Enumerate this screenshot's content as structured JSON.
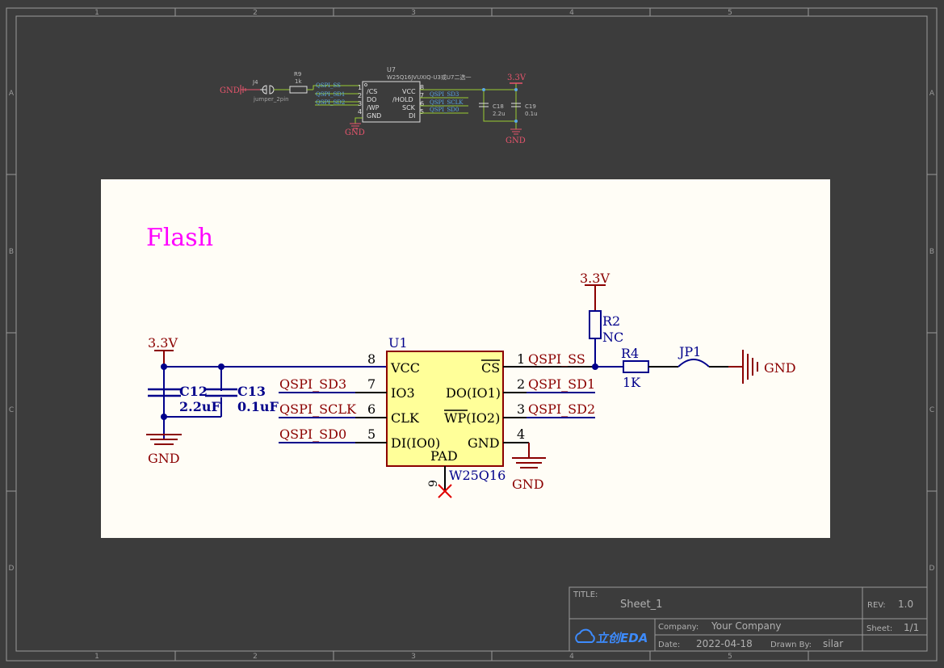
{
  "frame": {
    "columns": [
      "1",
      "2",
      "3",
      "4",
      "5"
    ],
    "rows": [
      "A",
      "B",
      "C",
      "D"
    ]
  },
  "mini_schematic": {
    "j4_gnd": "GND",
    "j4_ref": "J4",
    "j4_value": "jumper_2pin",
    "r9_ref": "R9",
    "r9_value": "1k",
    "u7_ref": "U7",
    "u7_value": "W25Q16JVUXIQ-U3或U7二选一",
    "left_pins": [
      {
        "net": "QSPI_SS",
        "num": "1",
        "name": "/CS"
      },
      {
        "net": "QSPI_SD1",
        "num": "2",
        "name": "DO"
      },
      {
        "net": "QSPI_SD2",
        "num": "3",
        "name": "/WP"
      },
      {
        "net": "",
        "num": "4",
        "name": "GND"
      }
    ],
    "right_pins": [
      {
        "name": "VCC",
        "num": "8",
        "net": ""
      },
      {
        "name": "/HOLD",
        "num": "7",
        "net": "QSPI_SD3"
      },
      {
        "name": "SCK",
        "num": "6",
        "net": "QSPI_SCLK"
      },
      {
        "name": "DI",
        "num": "5",
        "net": "QSPI_SD0"
      }
    ],
    "u7_gnd": "GND",
    "power": "3.3V",
    "c18_ref": "C18",
    "c18_value": "2.2u",
    "c19_ref": "C19",
    "c19_value": "0.1u",
    "cap_gnd": "GND"
  },
  "flash_image": {
    "title": "Flash",
    "power_left": "3.3V",
    "gnd_left": "GND",
    "c12_ref": "C12",
    "c12_value": "2.2uF",
    "c13_ref": "C13",
    "c13_value": "0.1uF",
    "u1_ref": "U1",
    "u1_value": "W25Q16",
    "left_pins": [
      {
        "net": "",
        "num": "8",
        "name": "VCC"
      },
      {
        "net": "QSPI_SD3",
        "num": "7",
        "name": "IO3"
      },
      {
        "net": "QSPI_SCLK",
        "num": "6",
        "name": "CLK"
      },
      {
        "net": "QSPI_SD0",
        "num": "5",
        "name": "DI(IO0)"
      }
    ],
    "right_pins": [
      {
        "name": "CS",
        "num": "1",
        "net": "QSPI_SS"
      },
      {
        "name": "DO(IO1)",
        "num": "2",
        "net": "QSPI_SD1"
      },
      {
        "name": "WP(IO2)",
        "num": "3",
        "net": "QSPI_SD2"
      },
      {
        "name": "GND",
        "num": "4",
        "net": ""
      }
    ],
    "pad_label": "PAD",
    "pad_num": "9",
    "gnd_pin4": "GND",
    "power_right": "3.3V",
    "r2_ref": "R2",
    "r2_value": "NC",
    "r4_ref": "R4",
    "r4_value": "1K",
    "jp1_ref": "JP1",
    "gnd_right": "GND"
  },
  "title_block": {
    "title_label": "TITLE:",
    "title_value": "Sheet_1",
    "rev_label": "REV:",
    "rev_value": "1.0",
    "logo_text": "立创EDA",
    "company_label": "Company:",
    "company_value": "Your Company",
    "sheet_label": "Sheet:",
    "sheet_value": "1/1",
    "date_label": "Date:",
    "date_value": "2022-04-18",
    "drawn_label": "Drawn By:",
    "drawn_value": "silar"
  },
  "colors": {
    "canvas": "#3c3c3c",
    "frame": "#9a9a9a",
    "wire_green": "#9acd32",
    "net_blue": "#5aa9e6",
    "power_red": "#e8556d",
    "ic_fill": "#ffff99",
    "ic_border": "#8b0000",
    "label_navy": "#000080",
    "title_magenta": "#ff00ff",
    "junction": "#00008b"
  }
}
